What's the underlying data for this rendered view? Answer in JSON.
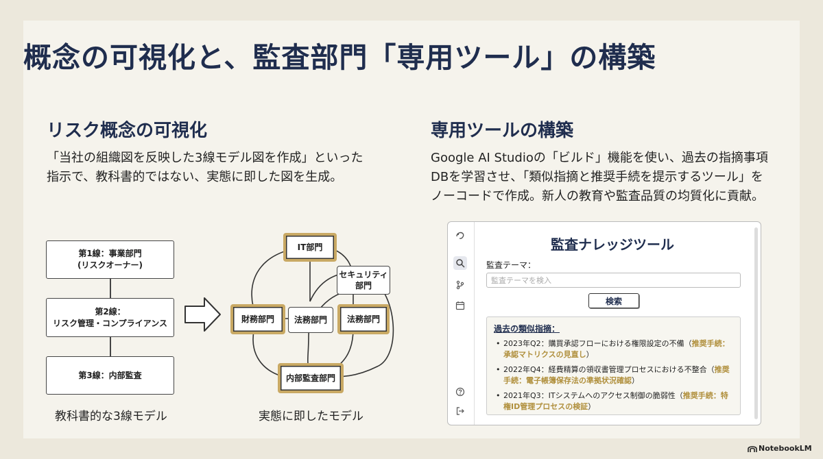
{
  "title": "概念の可視化と、監査部門「専用ツール」の構築",
  "left": {
    "heading": "リスク概念の可視化",
    "lines": [
      "「当社の組織図を反映した3線モデル図を作成」といった",
      "指示で、教科書的ではない、実態に即した図を生成。"
    ],
    "textbook_model": {
      "line1": [
        "第1線：事業部門",
        "(リスクオーナー)"
      ],
      "line2": [
        "第2線：",
        "リスク管理・コンプライアンス"
      ],
      "line3": "第3線：内部監査",
      "caption": "教科書的な3線モデル"
    },
    "actual_model": {
      "it": "IT部門",
      "security": [
        "セキュリティ",
        "部門"
      ],
      "finance": "財務部門",
      "legal": "法務部門",
      "general_affairs": "法務部門",
      "internal_audit": "内部監査部門",
      "caption": "実態に即したモデル"
    }
  },
  "right": {
    "heading": "専用ツールの構築",
    "lines": [
      "Google AI Studioの「ビルド」機能を使い、過去の指摘事項",
      "DBを学習させ、「類似指摘と推奨手続を提示するツール」を",
      "ノーコードで作成。新人の教育や監査品質の均質化に貢献。"
    ],
    "tool": {
      "title": "監査ナレッジツール",
      "theme_label": "監査テーマ：",
      "theme_placeholder": "監査テーマを検入",
      "search_button": "検索",
      "results_title": "過去の類似指摘：",
      "results": [
        {
          "text": "2023年Q2：購買承認フローにおける権限設定の不備（",
          "rec": "推奨手続：承認マトリクスの見直し",
          "close": "）"
        },
        {
          "text": "2022年Q4：経費精算の領収書管理プロセスにおける不整合（",
          "rec": "推奨手続：電子帳簿保存法の準拠状況確認",
          "close": "）"
        },
        {
          "text": "2021年Q3：ITシステムへのアクセス制御の脆弱性（",
          "rec": "推奨手続：特権ID管理プロセスの検証",
          "close": "）"
        }
      ]
    }
  },
  "brand": "NotebookLM",
  "colors": {
    "navy": "#1f2d4e",
    "gold": "#c9a964",
    "background": "#f5f3ec"
  }
}
